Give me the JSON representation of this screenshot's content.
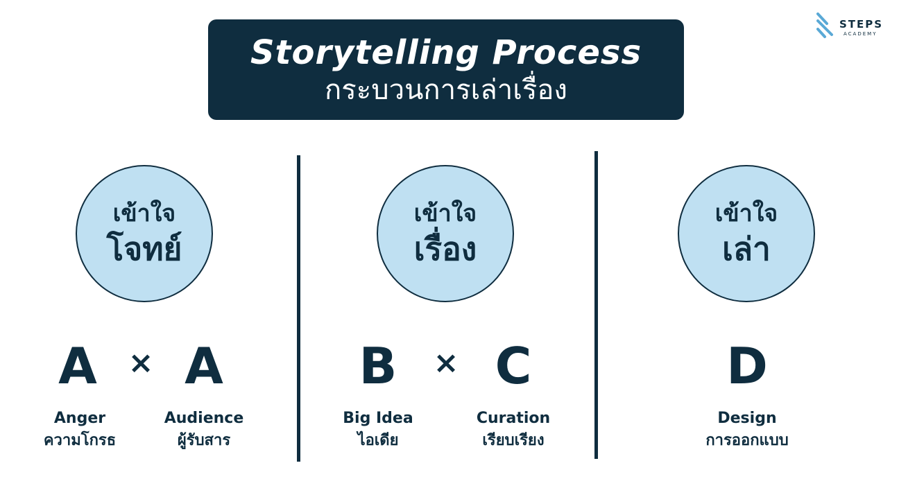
{
  "title": {
    "en": "Storytelling Process",
    "th": "กระบวนการเล่าเรื่อง"
  },
  "logo": {
    "name": "STEPS",
    "sub": "ACADEMY",
    "icon": "steps-slash-icon",
    "color": "#5aa9d6"
  },
  "colors": {
    "navy": "#0f2d3f",
    "circle_fill": "#bfe0f2"
  },
  "steps": [
    {
      "circle_top": "เข้าใจ",
      "circle_main": "โจทย์",
      "letters": [
        "A",
        "A"
      ],
      "operator": "×",
      "terms": [
        {
          "en": "Anger",
          "th": "ความโกรธ"
        },
        {
          "en": "Audience",
          "th": "ผู้รับสาร"
        }
      ]
    },
    {
      "circle_top": "เข้าใจ",
      "circle_main": "เรื่อง",
      "letters": [
        "B",
        "C"
      ],
      "operator": "×",
      "terms": [
        {
          "en": "Big Idea",
          "th": "ไอเดีย"
        },
        {
          "en": "Curation",
          "th": "เรียบเรียง"
        }
      ]
    },
    {
      "circle_top": "เข้าใจ",
      "circle_main": "เล่า",
      "letters": [
        "D"
      ],
      "terms": [
        {
          "en": "Design",
          "th": "การออกแบบ"
        }
      ]
    }
  ]
}
